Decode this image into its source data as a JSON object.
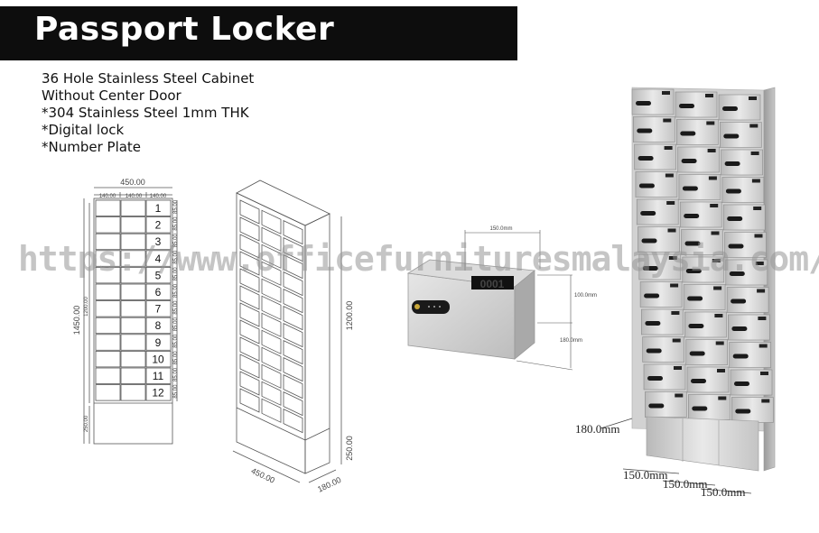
{
  "header": {
    "title": "Passport Locker"
  },
  "specs": [
    "36 Hole Stainless Steel Cabinet",
    "Without Center Door",
    "*304 Stainless Steel 1mm THK",
    "*Digital lock",
    "*Number Plate"
  ],
  "front_view": {
    "width_total": "450.00",
    "col_widths": [
      "140.00",
      "140.00",
      "140.00"
    ],
    "height_total": "1450.00",
    "inner_height": "1200.00",
    "base_height": "250.00",
    "row_height": "85.00",
    "numbers": [
      "1",
      "2",
      "3",
      "4",
      "5",
      "6",
      "7",
      "8",
      "9",
      "10",
      "11",
      "12"
    ]
  },
  "iso_view": {
    "height": "1200.00",
    "base": "250.00",
    "width": "450.00",
    "depth": "180.00"
  },
  "box_view": {
    "plate": "0001",
    "width": "150.0mm",
    "height": "100.0mm",
    "depth": "180.0mm"
  },
  "photo_view": {
    "depth": "180.0mm",
    "widths": [
      "150.0mm",
      "150.0mm",
      "150.0mm"
    ]
  },
  "watermark": "https://www.officefurnituresmalaysia.com/"
}
